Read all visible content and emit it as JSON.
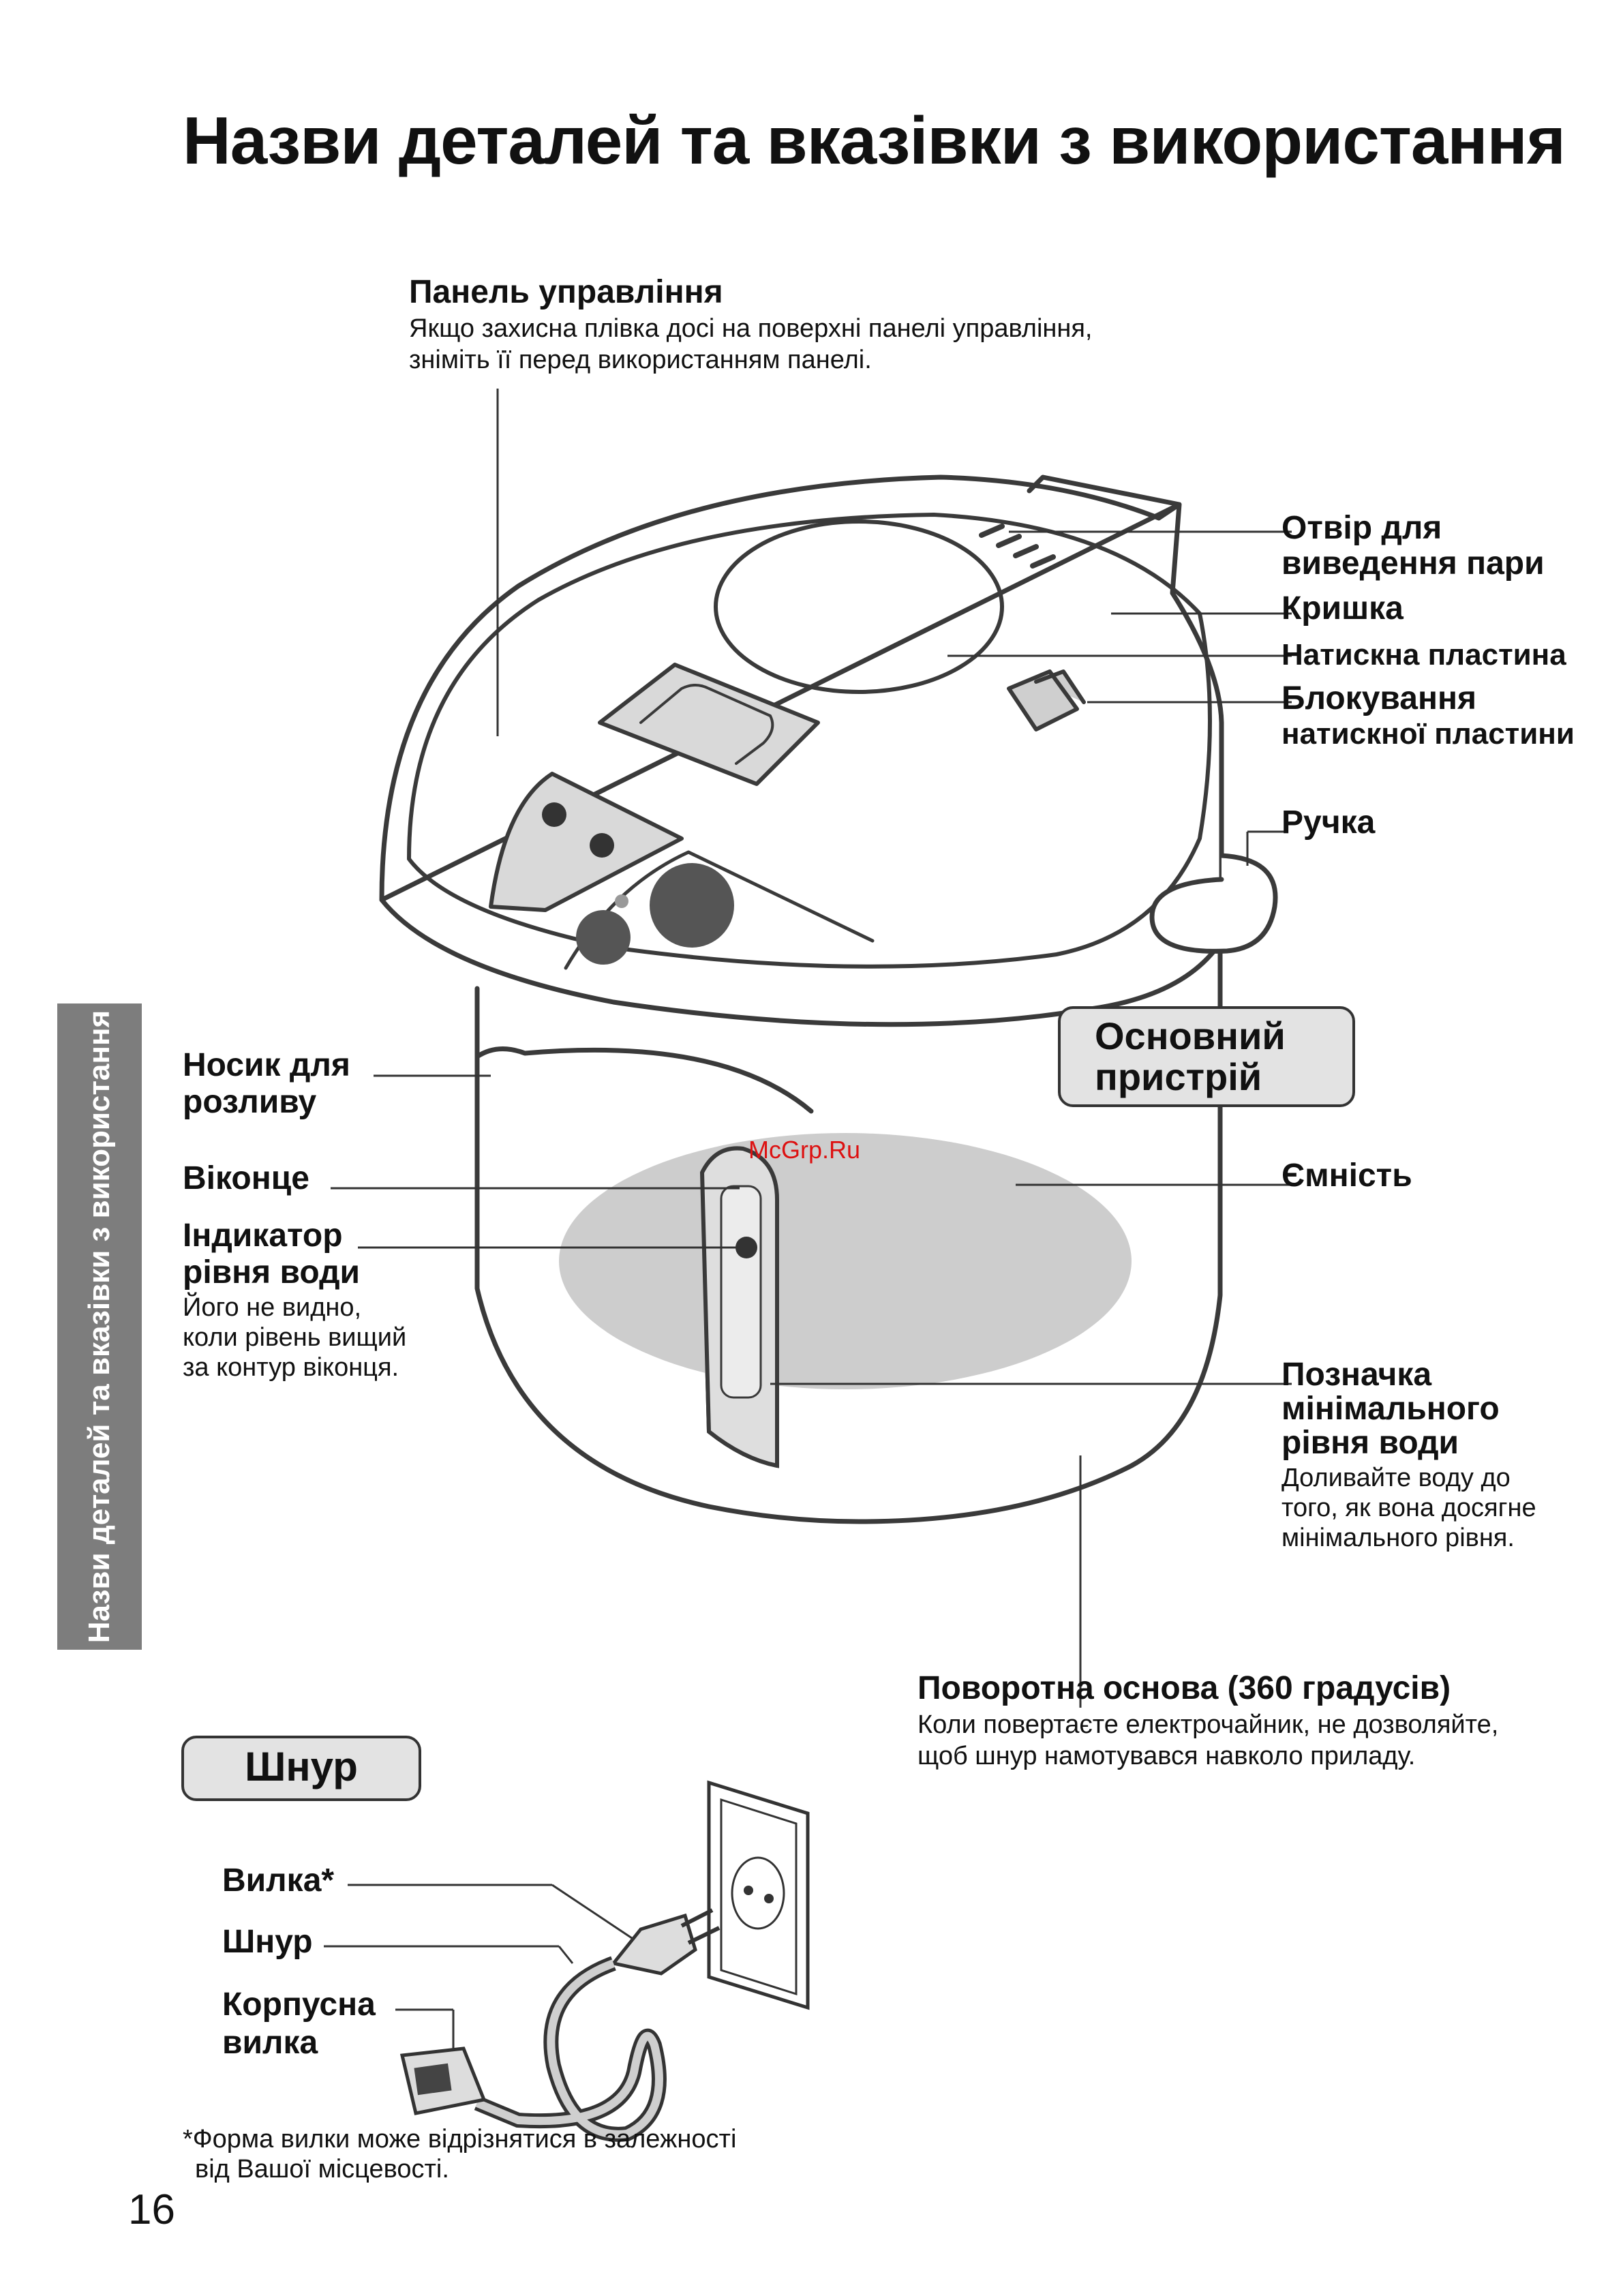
{
  "page": {
    "title": "Назви деталей та вказівки з використання",
    "side_tab": "Назви деталей та вказівки з використання",
    "page_number": "16",
    "watermark": "McGrp.Ru"
  },
  "main_unit": {
    "box_label_line1": "Основний",
    "box_label_line2": "пристрій",
    "control_panel": {
      "title": "Панель управління",
      "note_line1": "Якщо захисна плівка досі на поверхні панелі управління,",
      "note_line2": "зніміть її перед використанням панелі."
    },
    "steam_vent": {
      "line1": "Отвір для",
      "line2": "виведення пари"
    },
    "lid": "Кришка",
    "push_plate": "Натискна пластина",
    "push_plate_lock": {
      "line1": "Блокування",
      "line2": "натискної пластини"
    },
    "handle": "Ручка",
    "spout": {
      "line1": "Носик для",
      "line2": "розливу"
    },
    "window": "Віконце",
    "water_level_indicator": {
      "line1": "Індикатор",
      "line2": "рівня води",
      "note_line1": "Його не видно,",
      "note_line2": "коли рівень вищий",
      "note_line3": "за контур віконця."
    },
    "container": "Ємність",
    "min_level_mark": {
      "line1": "Позначка",
      "line2": "мінімального",
      "line3": "рівня води",
      "note_line1": "Доливайте воду до",
      "note_line2": "того, як вона досягне",
      "note_line3": "мінімального рівня."
    },
    "swivel_base": {
      "title": "Поворотна основа (360 градусів)",
      "note_line1": "Коли повертаєте електрочайник, не дозволяйте,",
      "note_line2": "щоб шнур намотувався навколо приладу."
    }
  },
  "cord_section": {
    "box_label": "Шнур",
    "plug": "Вилка*",
    "cord": "Шнур",
    "appliance_plug": {
      "line1": "Корпусна",
      "line2": "вилка"
    },
    "footnote_line1": "*Форма вилки може відрізнятися в залежності",
    "footnote_line2": "від Вашої місцевості."
  }
}
